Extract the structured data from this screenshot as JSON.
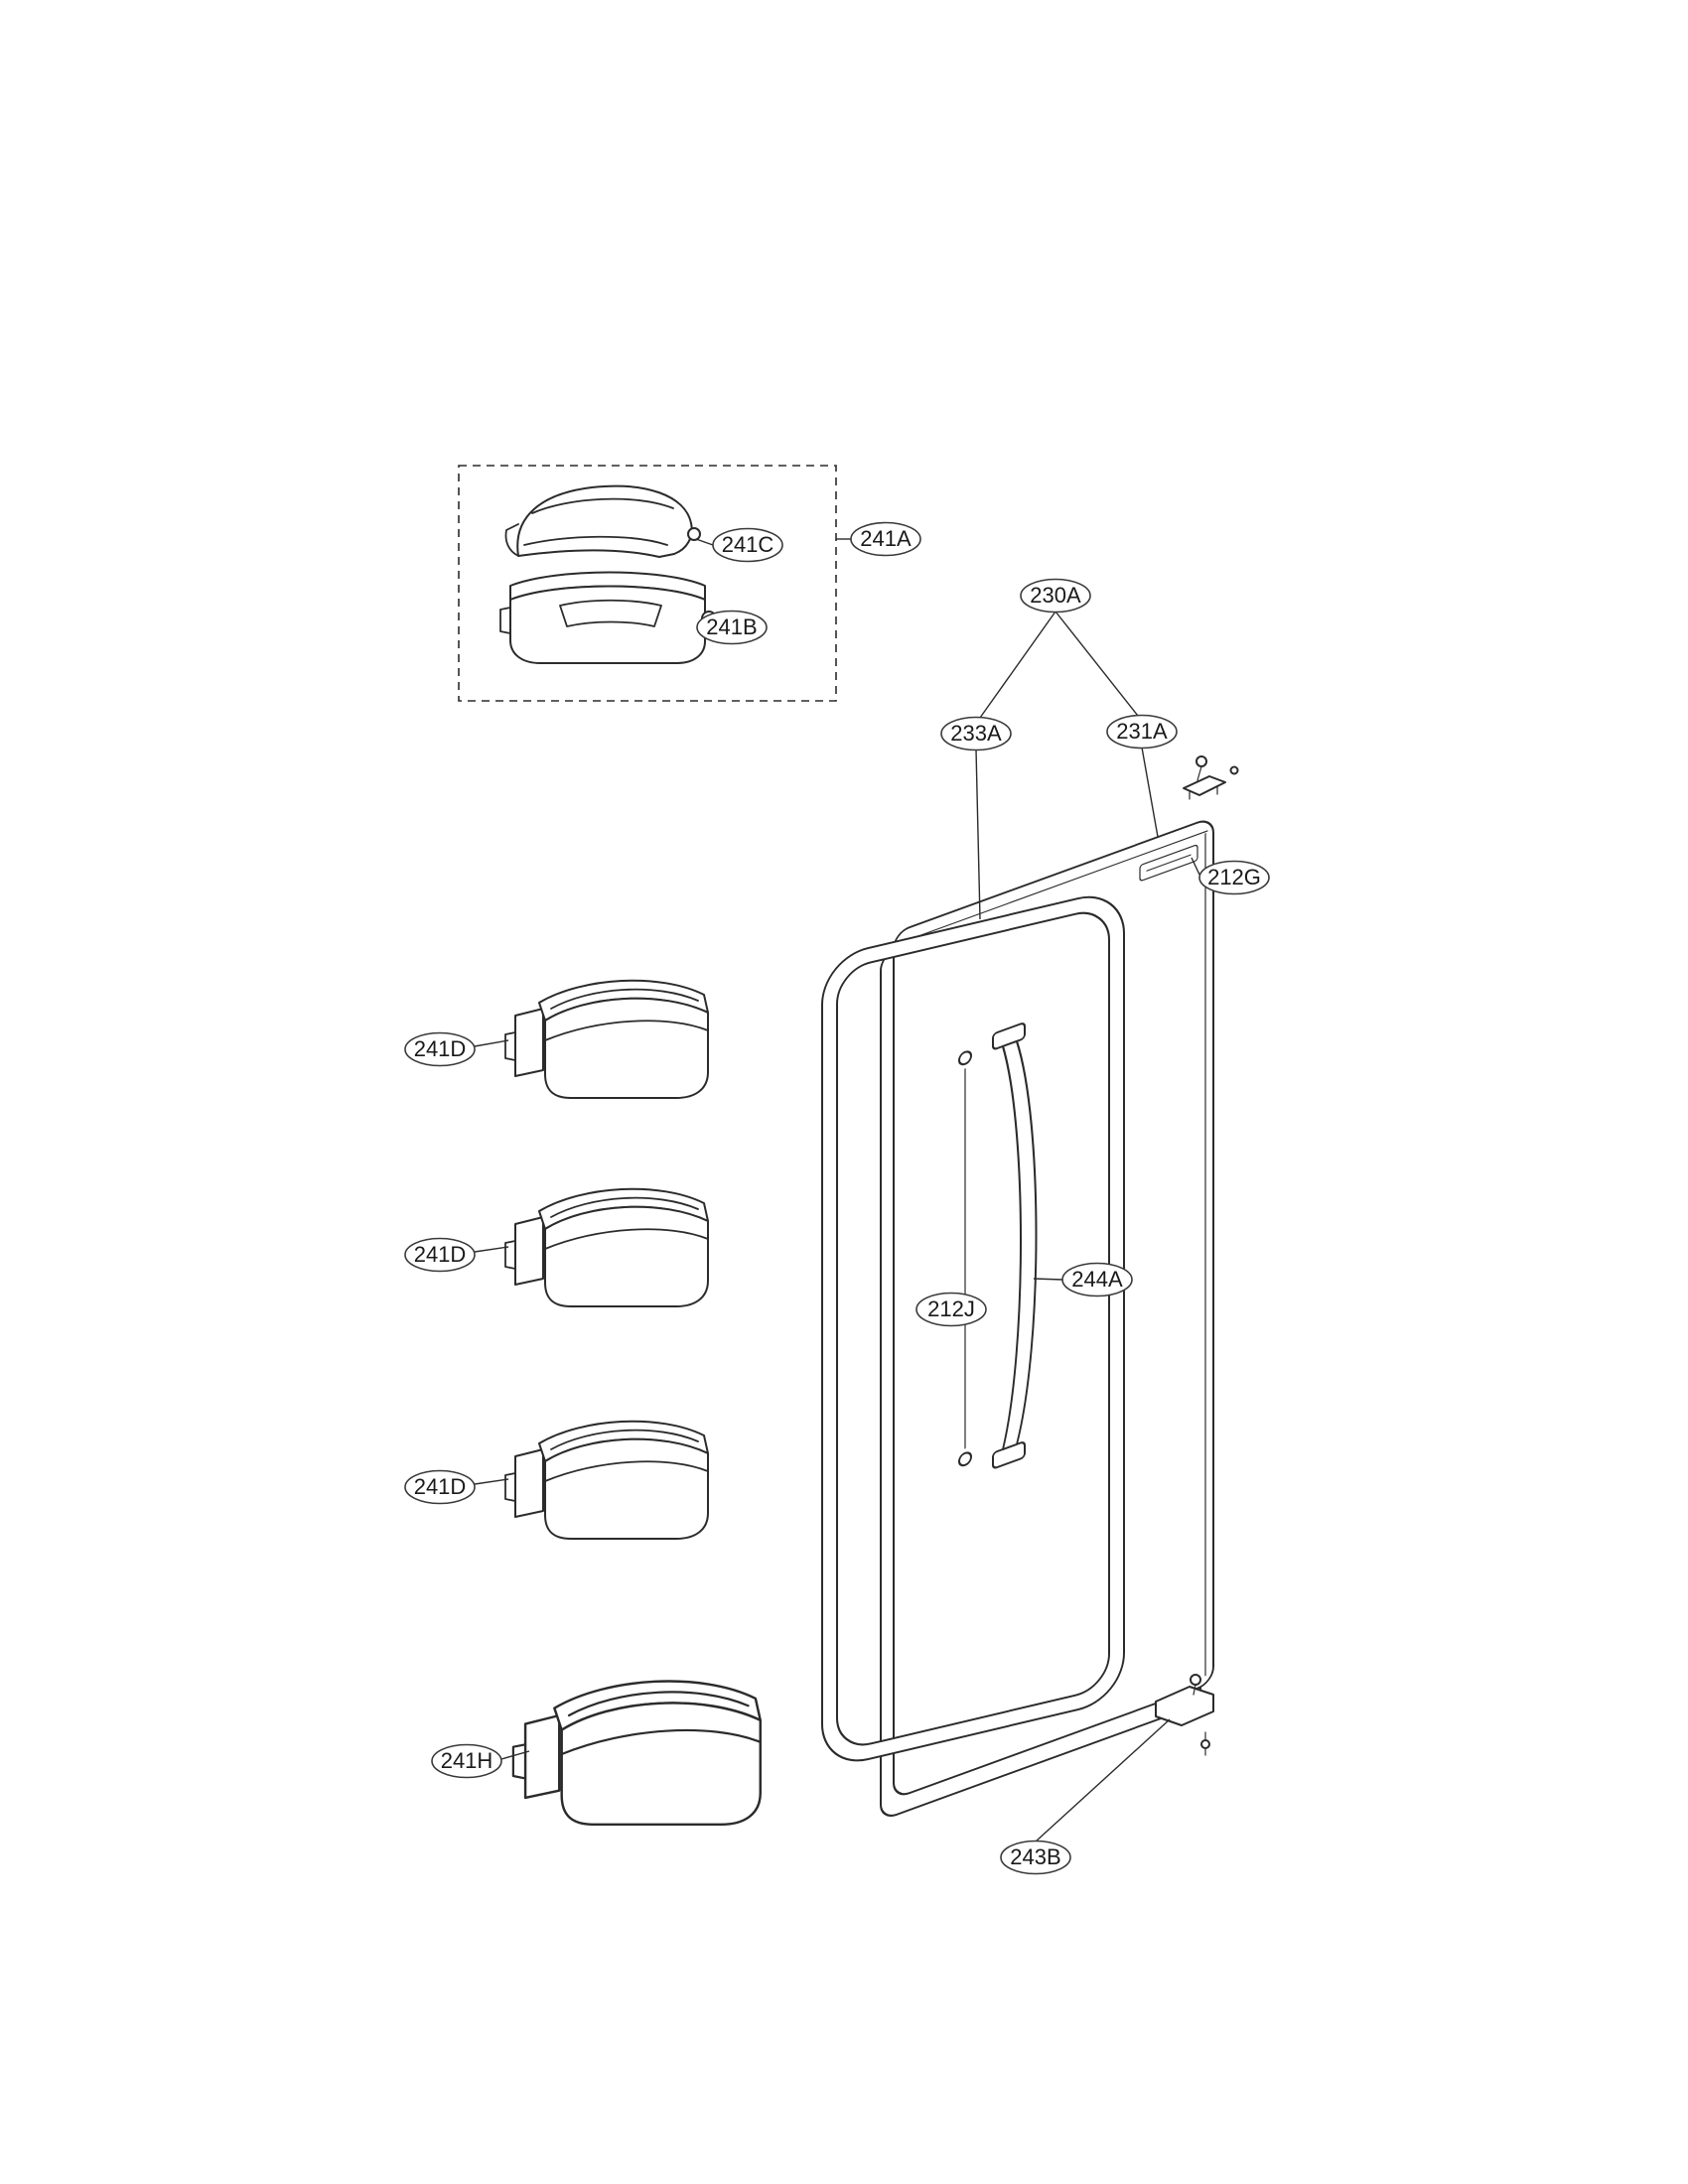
{
  "page": {
    "background_color": "#ffffff",
    "line_color": "#2b2b2b"
  },
  "diagram": {
    "callouts": [
      {
        "part": "241C"
      },
      {
        "part": "241B"
      },
      {
        "part": "241A"
      },
      {
        "part": "230A"
      },
      {
        "part": "233A"
      },
      {
        "part": "231A"
      },
      {
        "part": "212G"
      },
      {
        "part": "241D"
      },
      {
        "part": "241D"
      },
      {
        "part": "241D"
      },
      {
        "part": "244A"
      },
      {
        "part": "212J"
      },
      {
        "part": "241H"
      },
      {
        "part": "243B"
      }
    ]
  }
}
